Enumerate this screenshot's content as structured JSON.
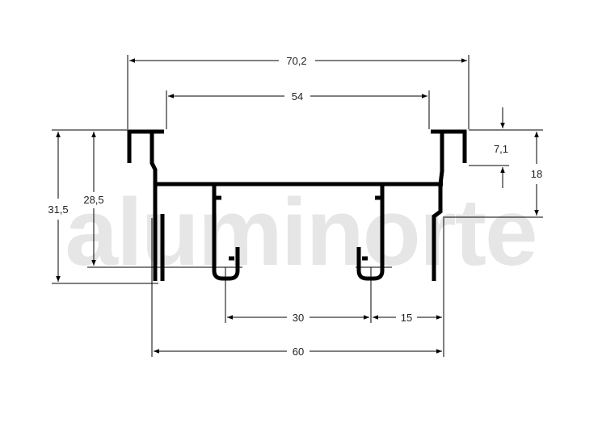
{
  "watermark": {
    "text": "aluminorte",
    "color": "#e6e6e6"
  },
  "dimensions": {
    "overall_width": "70,2",
    "inner_width": "54",
    "total_height": "31,5",
    "inner_height": "28,5",
    "lip_height": "7,1",
    "side_height": "18",
    "channel_spacing": "30",
    "channel_offset": "15",
    "base_width": "60"
  },
  "colors": {
    "profile": "#000000",
    "text": "#222222"
  }
}
